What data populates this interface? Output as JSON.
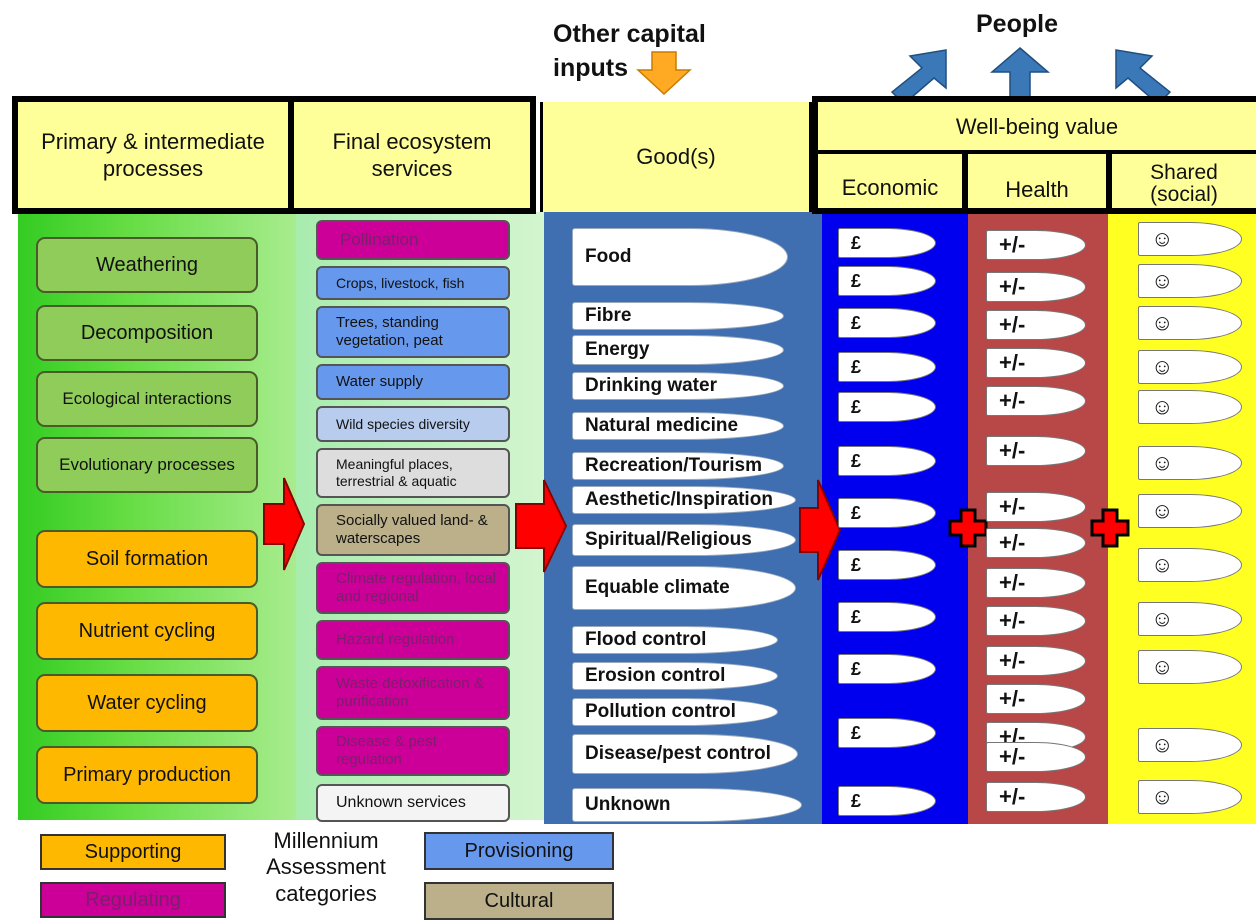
{
  "top": {
    "other_capital_line1": "Other capital",
    "other_capital_line2": "inputs",
    "people": "People"
  },
  "headers": {
    "primary": "Primary & intermediate processes",
    "final": "Final ecosystem services",
    "goods": "Good(s)",
    "wellbeing": "Well-being value",
    "economic": "Economic",
    "health": "Health",
    "shared": "Shared (social)"
  },
  "primary_processes": [
    {
      "label": "Weathering",
      "category": "supporting-green"
    },
    {
      "label": "Decomposition",
      "category": "supporting-green"
    },
    {
      "label": "Ecological interactions",
      "category": "supporting-green"
    },
    {
      "label": "Evolutionary processes",
      "category": "supporting-green"
    },
    {
      "label": "Soil formation",
      "category": "supporting"
    },
    {
      "label": "Nutrient cycling",
      "category": "supporting"
    },
    {
      "label": "Water cycling",
      "category": "supporting"
    },
    {
      "label": "Primary production",
      "category": "supporting"
    }
  ],
  "final_services": [
    {
      "label": "Pollination",
      "category": "regulating"
    },
    {
      "label": "Crops, livestock, fish",
      "category": "provisioning"
    },
    {
      "label": "Trees, standing vegetation, peat",
      "category": "provisioning"
    },
    {
      "label": "Water supply",
      "category": "provisioning"
    },
    {
      "label": "Wild species diversity",
      "category": "provisioning-light"
    },
    {
      "label": "Meaningful places, terrestrial & aquatic",
      "category": "cultural-light"
    },
    {
      "label": "Socially valued land- & waterscapes",
      "category": "cultural"
    },
    {
      "label": "Climate regulation, local and regional",
      "category": "regulating"
    },
    {
      "label": "Hazard regulation",
      "category": "regulating"
    },
    {
      "label": "Waste detoxification & purification",
      "category": "regulating"
    },
    {
      "label": "Disease & pest regulation",
      "category": "regulating"
    },
    {
      "label": "Unknown services",
      "category": "unknown"
    }
  ],
  "goods": [
    "Food",
    "Fibre",
    "Energy",
    "Drinking water",
    "Natural medicine",
    "Recreation/Tourism",
    "Aesthetic/Inspiration",
    "Spiritual/Religious",
    "Equable climate",
    "Flood control",
    "Erosion control",
    "Pollution control",
    "Disease/pest control",
    "Unknown"
  ],
  "symbols": {
    "economic": "£",
    "health": "+/-",
    "shared": "☺"
  },
  "legend": {
    "supporting": "Supporting",
    "regulating": "Regulating",
    "millennium_line1": "Millennium",
    "millennium_line2": "Assessment",
    "millennium_line3": "categories",
    "provisioning": "Provisioning",
    "cultural": "Cultural"
  },
  "colors": {
    "supporting": "#ffb800",
    "supporting_green": "#8fcc5a",
    "regulating": "#cc0099",
    "provisioning": "#6699ee",
    "cultural": "#bbb08a",
    "goods_panel": "#3f6fb0",
    "economic_panel": "#0000ee",
    "health_panel": "#b84848",
    "shared_panel": "#ffff22",
    "arrow": "#ff0000",
    "people_arrow": "#3a78b8",
    "capital_arrow": "#ffaa22"
  }
}
